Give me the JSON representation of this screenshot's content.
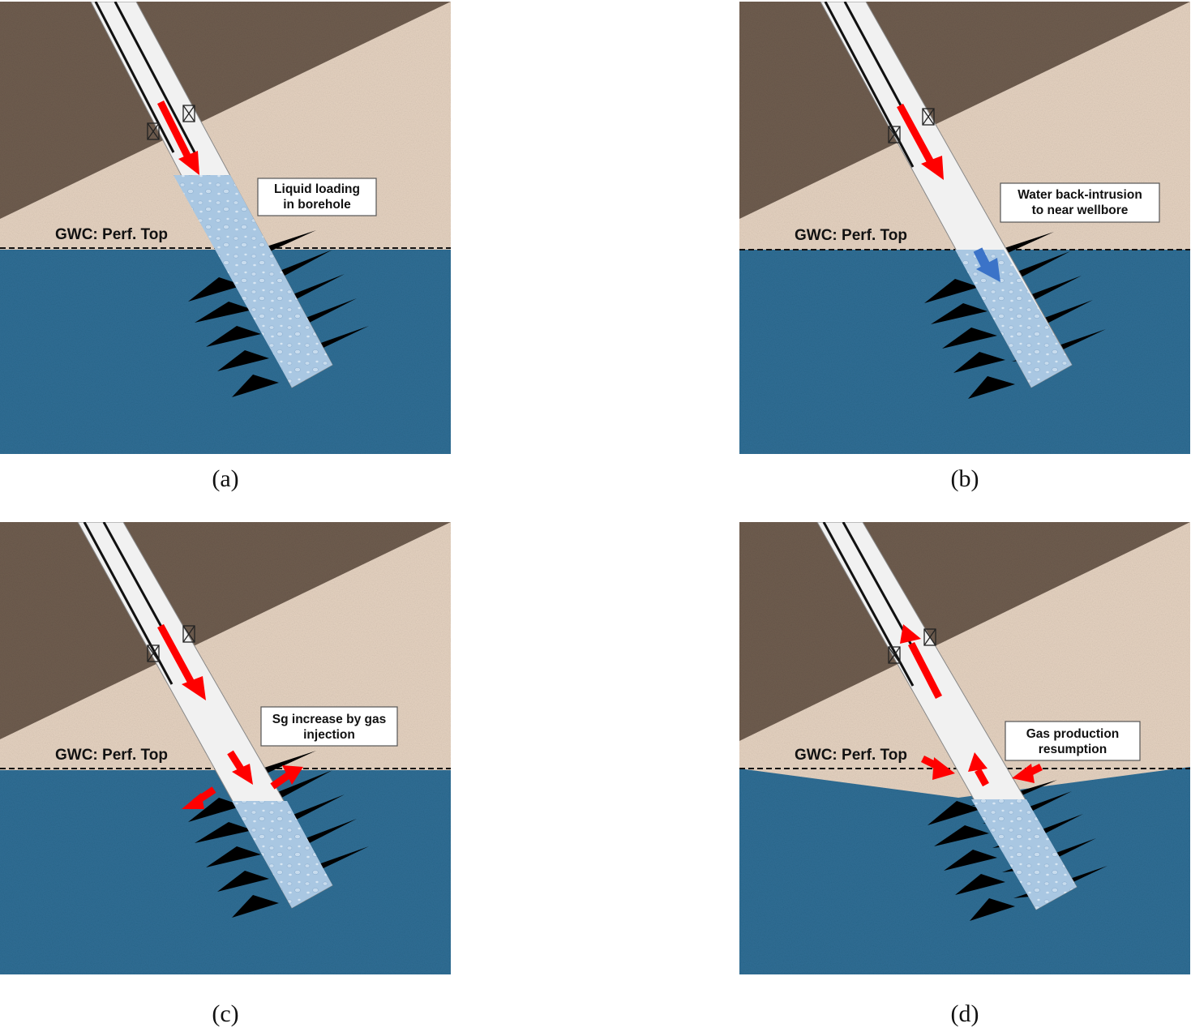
{
  "colors": {
    "shale": "#6f5d4f",
    "sand": "#e6d3c1",
    "water": "#2f6e95",
    "borehole": "#f1f1f1",
    "liquid": "#a9c7e2",
    "perforation": "#000000",
    "arrow_red": "#ff0000",
    "arrow_blue": "#3b73c8"
  },
  "icons": {
    "flow_arrow": "red-arrow-icon",
    "water_intrusion_arrow": "blue-arrow-icon",
    "packer": "packer-x-icon"
  },
  "panels": [
    {
      "id": "a",
      "caption": "(a)",
      "gwc_label": "GWC: Perf. Top",
      "callout_lines": [
        "Liquid loading",
        "in borehole"
      ]
    },
    {
      "id": "b",
      "caption": "(b)",
      "gwc_label": "GWC: Perf. Top",
      "callout_lines": [
        "Water back-intrusion",
        "to near wellbore"
      ]
    },
    {
      "id": "c",
      "caption": "(c)",
      "gwc_label": "GWC: Perf. Top",
      "callout_lines": [
        "Sg increase by gas",
        "injection"
      ]
    },
    {
      "id": "d",
      "caption": "(d)",
      "gwc_label": "GWC: Perf. Top",
      "callout_lines": [
        "Gas production",
        "resumption"
      ]
    }
  ]
}
